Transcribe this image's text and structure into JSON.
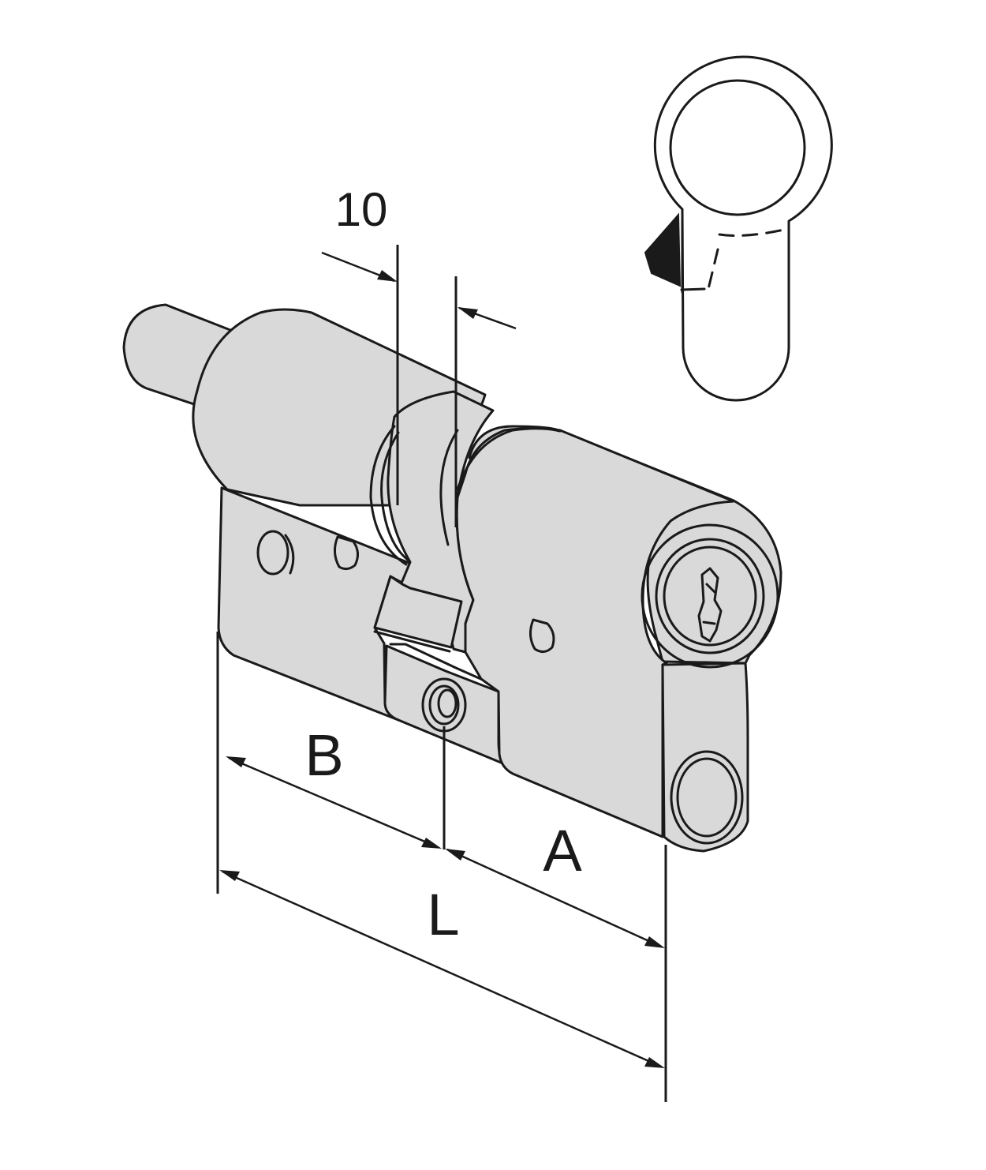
{
  "labels": {
    "dim_10": "10",
    "dim_b": "B",
    "dim_a": "A",
    "dim_l": "L"
  },
  "colors": {
    "line": "#1a1a1a",
    "metal": "#d9d9d9",
    "background": "#ffffff"
  }
}
